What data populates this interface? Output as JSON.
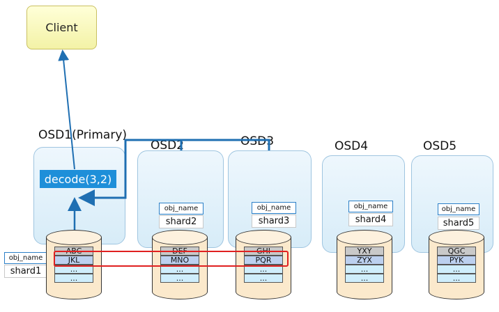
{
  "client": {
    "label": "Client"
  },
  "decode": {
    "label": "decode(3,2)"
  },
  "osds": [
    {
      "label": "OSD1(Primary)",
      "obj_tag": "obj_name",
      "shard": "shard1",
      "cells": [
        "ABC",
        "JKL",
        "...",
        "..."
      ]
    },
    {
      "label": "OSD2",
      "obj_tag": "obj_name",
      "shard": "shard2",
      "cells": [
        "DEF",
        "MNO",
        "...",
        "..."
      ]
    },
    {
      "label": "OSD3",
      "obj_tag": "obj_name",
      "shard": "shard3",
      "cells": [
        "GHI",
        "PQR",
        "...",
        "..."
      ]
    },
    {
      "label": "OSD4",
      "obj_tag": "obj_name",
      "shard": "shard4",
      "cells": [
        "YXY",
        "ZYX",
        "...",
        "..."
      ]
    },
    {
      "label": "OSD5",
      "obj_tag": "obj_name",
      "shard": "shard5",
      "cells": [
        "QGC",
        "PYK",
        "...",
        "..."
      ]
    }
  ],
  "colors": {
    "arrow": "#1f6fb2",
    "decode": "#1e8fd9",
    "highlight": "#e02020",
    "disk_fill": "#fbe9cc"
  }
}
